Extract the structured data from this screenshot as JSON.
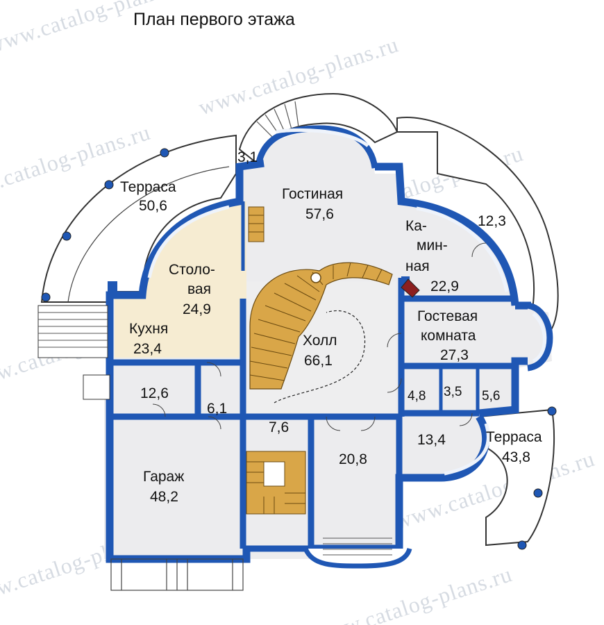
{
  "title": "План первого этажа",
  "watermark": "www.catalog-plans.ru",
  "colors": {
    "wall": "#1f57b4",
    "floor": "#ececee",
    "dining_floor": "#f6ecd2",
    "stairs": "#d9a648",
    "window": "#eef3fb",
    "wall_outline": "#333333",
    "terrace": "#ffffff"
  },
  "rooms": {
    "terrace_left": {
      "name": "Терраса",
      "area": "50,6"
    },
    "living": {
      "name": "Гостиная",
      "area": "57,6"
    },
    "small_top": {
      "area": "3,1"
    },
    "fireplace": {
      "name1": "Ка-",
      "name2": "мин-",
      "name3": "ная",
      "area": "22,9"
    },
    "corridor_right": {
      "area": "12,3"
    },
    "dining": {
      "name1": "Столо-",
      "name2": "вая",
      "area": "24,9"
    },
    "kitchen": {
      "name": "Кухня",
      "area": "23,4"
    },
    "hall": {
      "name": "Холл",
      "area": "66,1"
    },
    "guest": {
      "name1": "Гостевая",
      "name2": "комната",
      "area": "27,3"
    },
    "r12_6": {
      "area": "12,6"
    },
    "r6_1": {
      "area": "6,1"
    },
    "r4_8": {
      "area": "4,8"
    },
    "r3_5": {
      "area": "3,5"
    },
    "r5_6": {
      "area": "5,6"
    },
    "r7_6": {
      "area": "7,6"
    },
    "r13_4": {
      "area": "13,4"
    },
    "terrace_right": {
      "name": "Терраса",
      "area": "43,8"
    },
    "r20_8": {
      "area": "20,8"
    },
    "garage": {
      "name": "Гараж",
      "area": "48,2"
    }
  }
}
